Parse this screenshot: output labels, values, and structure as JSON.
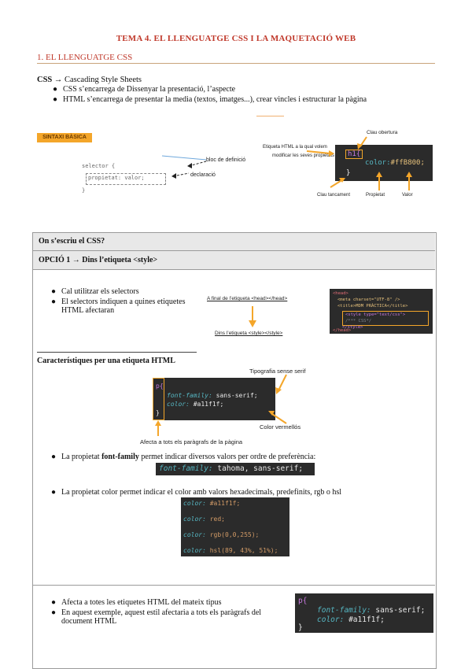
{
  "title": "TEMA 4. EL LLENGUATGE CSS I LA MAQUETACIÓ WEB",
  "section": "1. EL LLENGUATGE CSS",
  "css_intro": {
    "term": "CSS",
    "arrow": "→",
    "expansion": "Cascading Style Sheets"
  },
  "intro_bullets": [
    "CSS s’encarrega de Dissenyar la presentació, l’aspecte",
    "HTML s’encarrega de presentar la media (textos, imatges...), crear vincles i estructurar la pàgina"
  ],
  "syntax": {
    "badge": "SINTAXI BÀSICA",
    "code_line1": "selector {",
    "code_line2": "propietat: valor;",
    "code_line3": "}",
    "label_block": "bloc de definició",
    "label_decl": "declaració",
    "example_selector": "h1{",
    "example_prop": "color:",
    "example_value": "#ffB800;",
    "example_close": "}",
    "label_open_brace": "Clau obertura",
    "label_html_tag_1": "Etiqueta HTML a la qual volem",
    "label_html_tag_2": "modificar les seves propietats",
    "label_close_brace": "Clau tancament",
    "label_property": "Propietat",
    "label_value": "Valor"
  },
  "table": {
    "heading": "On s’escriu el CSS?",
    "option1": "OPCIÓ 1 → Dins l’etiqueta <style>",
    "bullets1": [
      "Cal utilitzar els selectors",
      "El selectors indiquen a quines etiquetes HTML afectaran"
    ],
    "flow_top": "A final de l’etiqueta <head></head>",
    "flow_bottom": "Dins l’etiqueta <style></style>",
    "head_code": [
      "<head>",
      "<meta charset=\"UTF-8\" />",
      "<title>MDM PRÀCTICA</title>",
      "<style type=\"text/css\">",
      "/*** CSS*/",
      "</style>",
      "</head>"
    ],
    "features_heading": "Característiques per una etiqueta HTML",
    "label_font": "Tipografia sense serif",
    "label_color": "Color vermellós",
    "label_all_p": "Afecta a tots els paràgrafs de la pàgina",
    "p_code": {
      "open": "p{",
      "prop1": "font-family:",
      "val1": "sans-serif;",
      "prop2": "color:",
      "val2": "#a11f1f;",
      "close": "}"
    },
    "ff_bullet_pre": "La propietat ",
    "ff_bullet_bold": "font-family",
    "ff_bullet_post": " permet indicar diversos valors per ordre de preferència:",
    "ff_code": {
      "prop": "font-family:",
      "val": "tahoma, sans-serif;"
    },
    "color_bullet": "La propietat color permet indicar el color amb valors hexadecimals, predefinits, rgb o hsl",
    "color_examples": [
      {
        "prop": "color:",
        "val": "#a11f1f;"
      },
      {
        "prop": "color:",
        "val": "red;"
      },
      {
        "prop": "color:",
        "val": "rgb(0,0,255);"
      },
      {
        "prop": "color:",
        "val": "hsl(89, 43%, 51%);"
      }
    ],
    "bottom_bullets": [
      "Afecta a totes les etiquetes HTML del mateix tipus",
      "En aquest exemple, aquest estil afectaria a tots els paràgrafs del document HTML"
    ]
  },
  "colors": {
    "accent": "#c0392b",
    "orange": "#f4a62a",
    "code_bg": "#2b2b2b"
  }
}
